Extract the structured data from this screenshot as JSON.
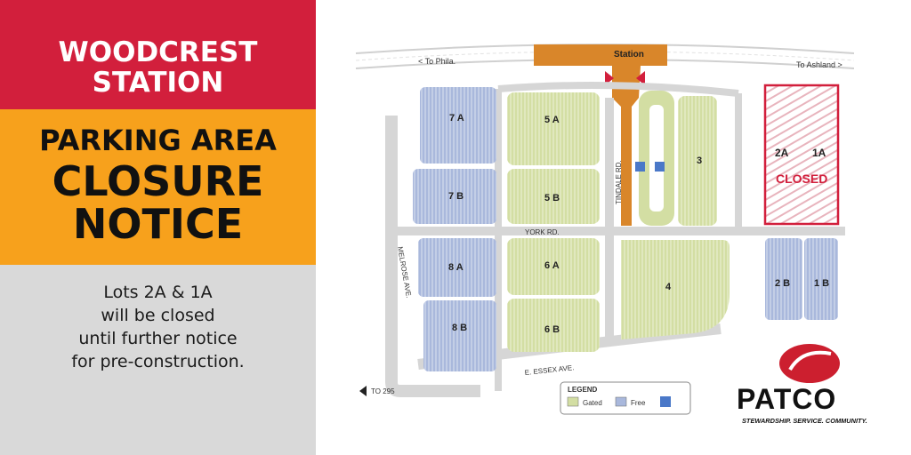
{
  "header": {
    "line1": "WOODCREST",
    "line2": "STATION"
  },
  "notice": {
    "line1": "PARKING AREA",
    "line2": "CLOSURE",
    "line3": "NOTICE"
  },
  "message": {
    "line1": "Lots 2A & 1A",
    "line2": "will be closed",
    "line3": "until further notice",
    "line4": "for pre-construction."
  },
  "map": {
    "to_phila": "< To Phila.",
    "to_ashland": "To Ashland >",
    "station": "Station",
    "tindale": "TINDALE RD.",
    "york": "YORK RD.",
    "melrose": "MELROSE AVE.",
    "essex": "E. ESSEX AVE.",
    "to295": "TO 295",
    "closed": "CLOSED",
    "lots": {
      "l7a": "7 A",
      "l5a": "5 A",
      "l3": "3",
      "l2a": "2A",
      "l1a": "1A",
      "l7b": "7 B",
      "l5b": "5 B",
      "l8a": "8 A",
      "l6a": "6 A",
      "l4": "4",
      "l2b": "2 B",
      "l1b": "1 B",
      "l8b": "8 B",
      "l6b": "6 B"
    },
    "legend": {
      "title": "LEGEND",
      "gated": "Gated",
      "free": "Free"
    }
  },
  "brand": {
    "name": "PATCO",
    "tagline": "STEWARDSHIP. SERVICE. COMMUNITY."
  },
  "colors": {
    "red": "#d21f3c",
    "orange": "#f7a11c",
    "gray": "#d9d9d9",
    "gated": "#d3dea3",
    "free": "#a9b8dc",
    "road": "#d6d6d6",
    "station": "#d9862a"
  }
}
